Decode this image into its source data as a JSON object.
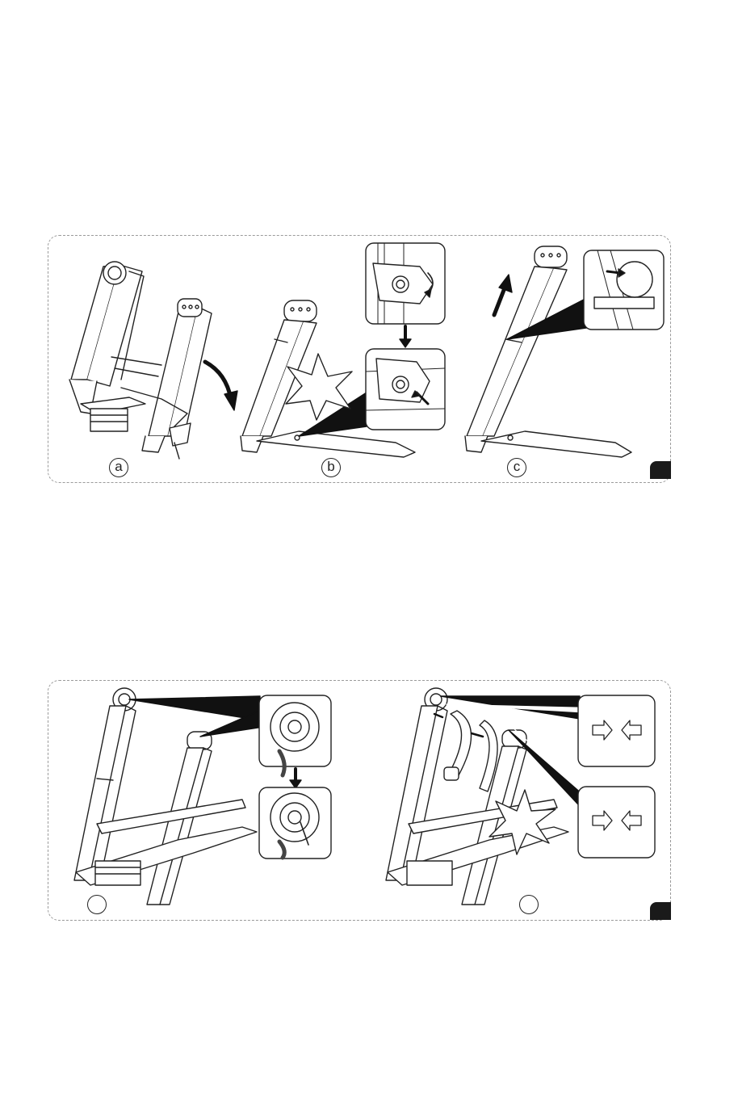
{
  "panel_top": {
    "steps": [
      {
        "id": "a",
        "label": "a"
      },
      {
        "id": "b",
        "label": "b"
      },
      {
        "id": "c",
        "label": "c"
      }
    ]
  },
  "panel_bottom": {
    "steps": [
      {
        "id": "d",
        "label": ""
      },
      {
        "id": "e",
        "label": ""
      }
    ]
  },
  "colors": {
    "line": "#222222",
    "fill": "#ffffff",
    "dark": "#1a1a1a",
    "dash": "#9a9a9a"
  },
  "icons": [
    "rotate-arrow-icon",
    "down-arrow-icon",
    "up-arrow-icon",
    "click-star-icon",
    "align-arrows-icon"
  ]
}
